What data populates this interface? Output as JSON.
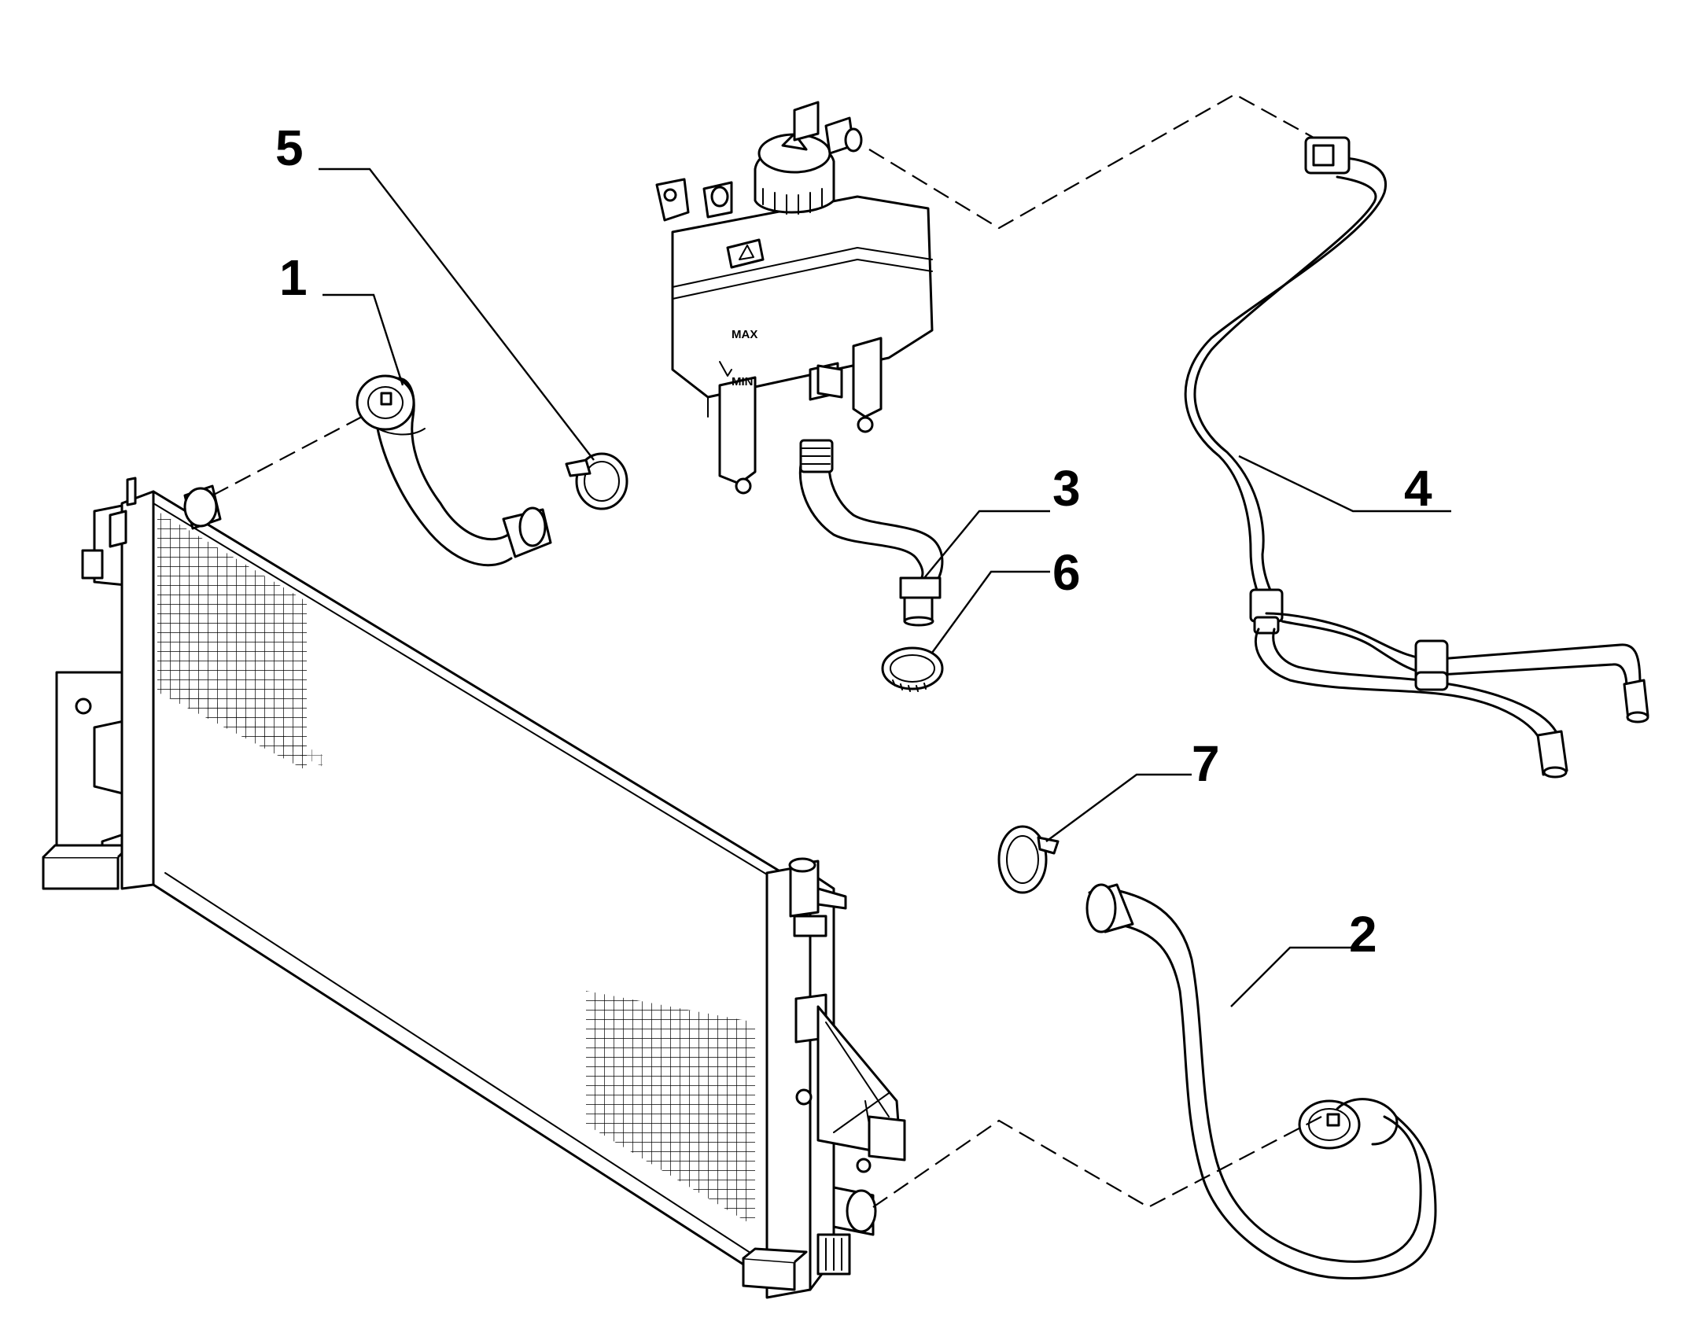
{
  "diagram": {
    "tank_labels": {
      "max": "MAX",
      "min": "MIN"
    },
    "callouts": [
      {
        "id": "part-1",
        "number": "1"
      },
      {
        "id": "part-2",
        "number": "2"
      },
      {
        "id": "part-3",
        "number": "3"
      },
      {
        "id": "part-4",
        "number": "4"
      },
      {
        "id": "part-5",
        "number": "5"
      },
      {
        "id": "part-6",
        "number": "6"
      },
      {
        "id": "part-7",
        "number": "7"
      }
    ]
  }
}
